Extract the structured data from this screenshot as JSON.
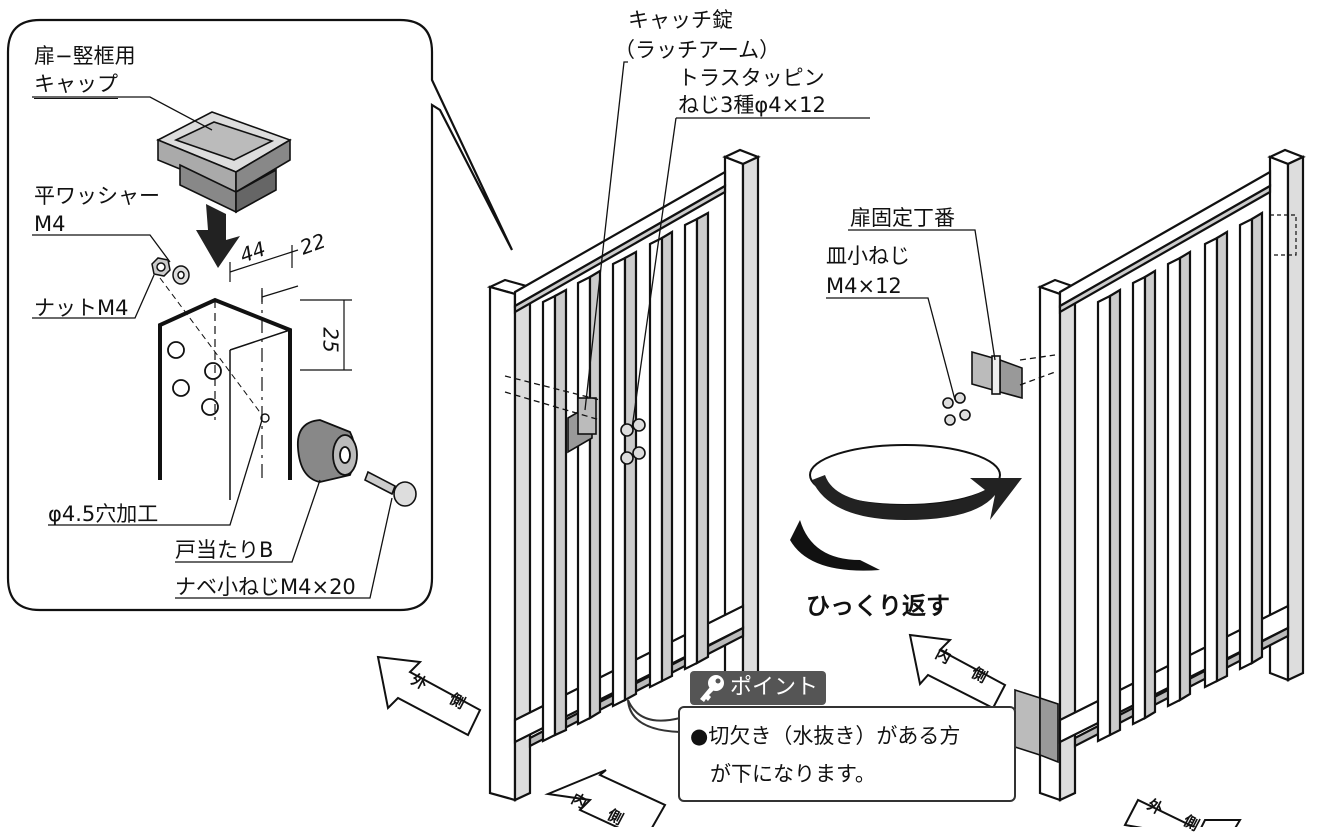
{
  "callout": {
    "cap_label_1": "扉−竪框用",
    "cap_label_2": "キャップ",
    "washer_label_1": "平ワッシャー",
    "washer_label_2": "M4",
    "nut_label": "ナットM4",
    "hole_label": "φ4.5穴加工",
    "stopper_label": "戸当たりB",
    "screw_label": "ナベ小ねじM4×20",
    "dim_44": "44",
    "dim_22": "22",
    "dim_25": "25"
  },
  "left_gate": {
    "catch_label_1": "キャッチ錠",
    "catch_label_2": "（ラッチアーム）",
    "tapping_label_1": "トラスタッピン",
    "tapping_label_2": "ねじ3種φ4×12",
    "outside_char_1": "外",
    "outside_char_2": "側",
    "inside_char_1": "内",
    "inside_char_2": "側"
  },
  "right_gate": {
    "hinge_label": "扉固定丁番",
    "flat_screw_label_1": "皿小ねじ",
    "flat_screw_label_2": "M4×12",
    "inside_char_1": "内",
    "inside_char_2": "側",
    "outside_char_1": "外",
    "outside_char_2": "側"
  },
  "flip_label": "ひっくり返す",
  "point": {
    "title": "ポイント",
    "line1": "●切欠き（水抜き）がある方",
    "line2": "が下になります。"
  },
  "icons": [
    "key-icon",
    "arrow-icon"
  ]
}
